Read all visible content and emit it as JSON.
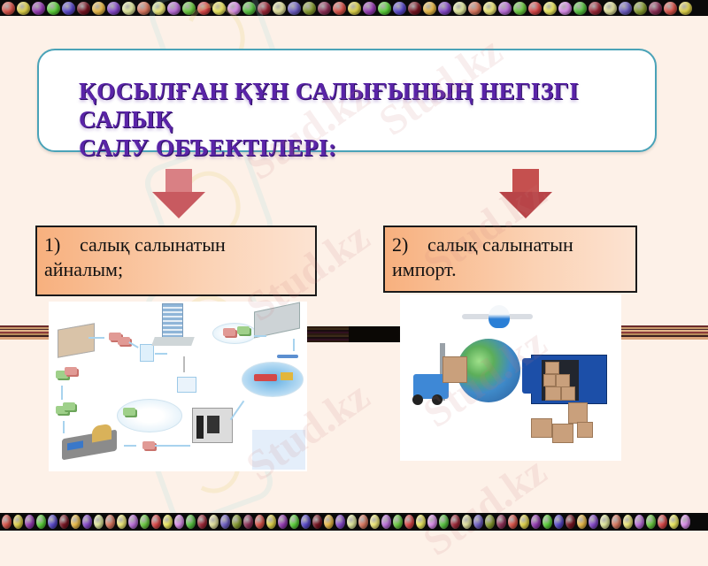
{
  "slide": {
    "background_color": "#fdf1e8",
    "title": {
      "line1": "ҚОСЫЛҒАН ҚҰН САЛЫҒЫНЫҢ НЕГІЗГІ САЛЫҚ",
      "line2": "САЛУ ОБЪЕКТІЛЕРІ:",
      "color": "#5a24a8",
      "border_color": "#4aa3b8"
    },
    "arrows": [
      {
        "icon": "down-arrow-icon",
        "color": "#d98084"
      },
      {
        "icon": "down-arrow-icon",
        "color": "#c5504f"
      }
    ],
    "items": [
      {
        "number": "1)",
        "line1": "салық салынатын",
        "line2": "айналым;"
      },
      {
        "number": "2)",
        "line1": "салық салынатын",
        "line2": "импорт."
      }
    ],
    "images": [
      {
        "name": "turnover-cycle-diagram",
        "description": "isometric business cycle: office, money, documents, warehouse, ship/plane/truck logistics, server room, factory"
      },
      {
        "name": "import-logistics-image",
        "description": "airplane, globe, forklift with boxes, blue container truck with boxes"
      }
    ],
    "watermark": {
      "text": "Stud.kz"
    },
    "decor": {
      "bead_colors": [
        "#e0554a",
        "#e6d84a",
        "#9a3cb8",
        "#5cd63a",
        "#5b4ad0",
        "#7a1522",
        "#f2c048",
        "#8a4ad0",
        "#e8f0a0",
        "#e07a60",
        "#f6f07a",
        "#c070e0",
        "#6cd040",
        "#e04848",
        "#f4f060",
        "#e090f0",
        "#58c840",
        "#a02838",
        "#e8e8a0",
        "#7060c8",
        "#8aa030",
        "#903058"
      ]
    }
  }
}
